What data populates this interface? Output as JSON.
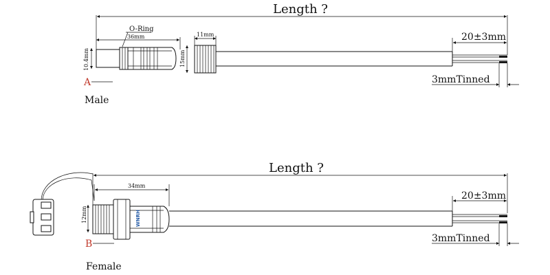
{
  "colors": {
    "line": "#111111",
    "label_accent": "#c0392b"
  },
  "male_view": {
    "length_label": "Length ?",
    "oring_label": "O-Ring",
    "dim_36": "36mm",
    "dim_11": "11mm",
    "dim_10_4": "10.4mm",
    "dim_15": "15mm",
    "strip_label": "20±3mm",
    "tinned_label": "3mmTinned",
    "view_letter": "A",
    "view_name": "Male"
  },
  "female_view": {
    "length_label": "Length ?",
    "dim_34": "34mm",
    "dim_12": "12mm",
    "strip_label": "20±3mm",
    "tinned_label": "3mmTinned",
    "view_letter": "B",
    "view_name": "Female",
    "brand_mark": "WNRH"
  }
}
